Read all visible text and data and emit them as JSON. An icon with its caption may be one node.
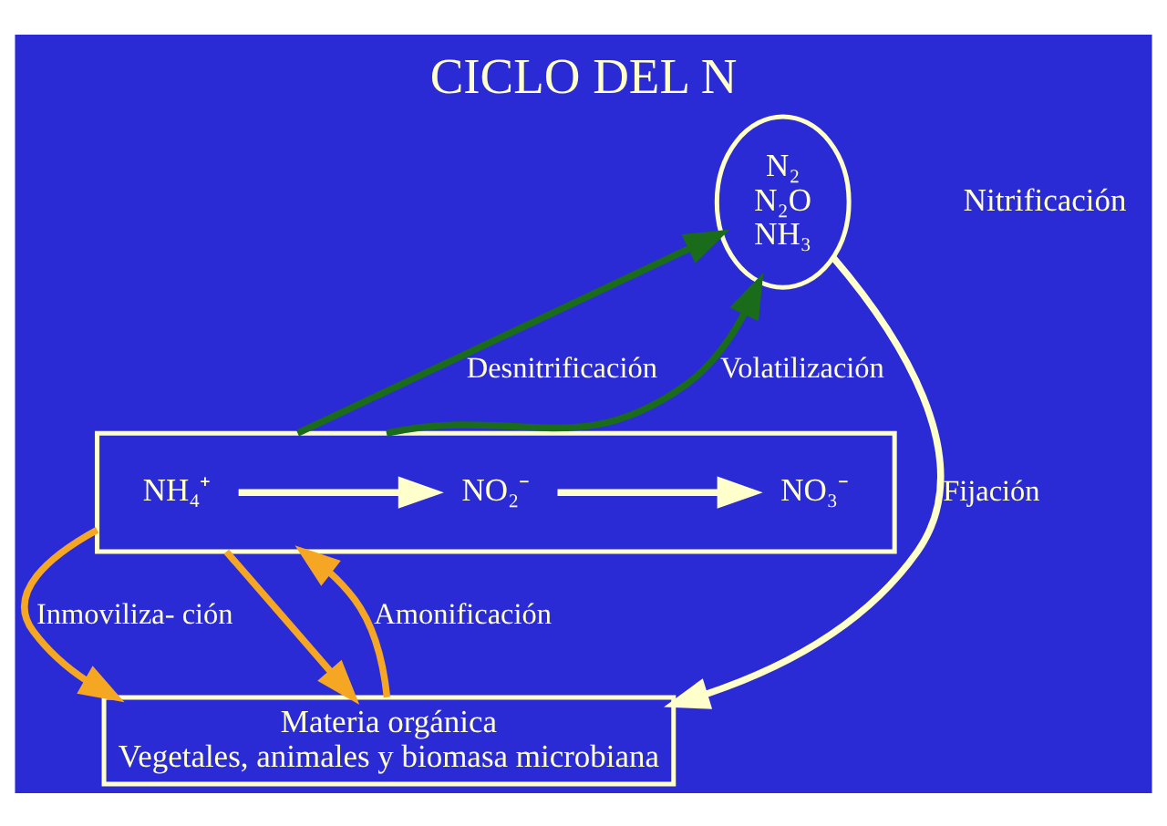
{
  "diagram": {
    "title": "CICLO DEL N",
    "nodes": [
      {
        "text": [
          "N₂",
          "N₂O",
          "NH₃"
        ]
      },
      {
        "text": [],
        "shape": "box"
      },
      {
        "text": [
          "NO₃⁻"
        ],
        "in": 1
      },
      {
        "text": [
          "NO₂⁻"
        ],
        "in": 1
      },
      {
        "text": [
          "NH₄⁺"
        ],
        "in": 1
      },
      {
        "text": [
          "Materia orgánica",
          "Vegetales, animales y biomasa microbiana"
        ]
      }
    ],
    "edges": [
      {
        "from": 4,
        "to": 3,
        "arrow": "to"
      },
      {
        "from": 3,
        "to": 2,
        "arrow": "to"
      },
      {
        "from": 1,
        "to": 0,
        "arrow": "to",
        "label": "Desnitrificación",
        "color": "#1a6b1a"
      },
      {
        "from": 1,
        "to": 0,
        "arrow": "to",
        "label": "Volatilización",
        "color": "#1a6b1a"
      },
      {
        "from": 0,
        "to": 5,
        "arrow": "to",
        "label": "Fijación"
      },
      {
        "from": 1,
        "to": 5,
        "arrow": "to",
        "label": "Inmoviliza- ción",
        "color": "#f5a623"
      },
      {
        "from": 1,
        "to": 5,
        "arrow": "to",
        "color": "#f5a623"
      },
      {
        "from": 5,
        "to": 1,
        "arrow": "to",
        "label": "Amonificación",
        "color": "#f5a623"
      }
    ],
    "labels": [
      "Nitrificación"
    ]
  }
}
